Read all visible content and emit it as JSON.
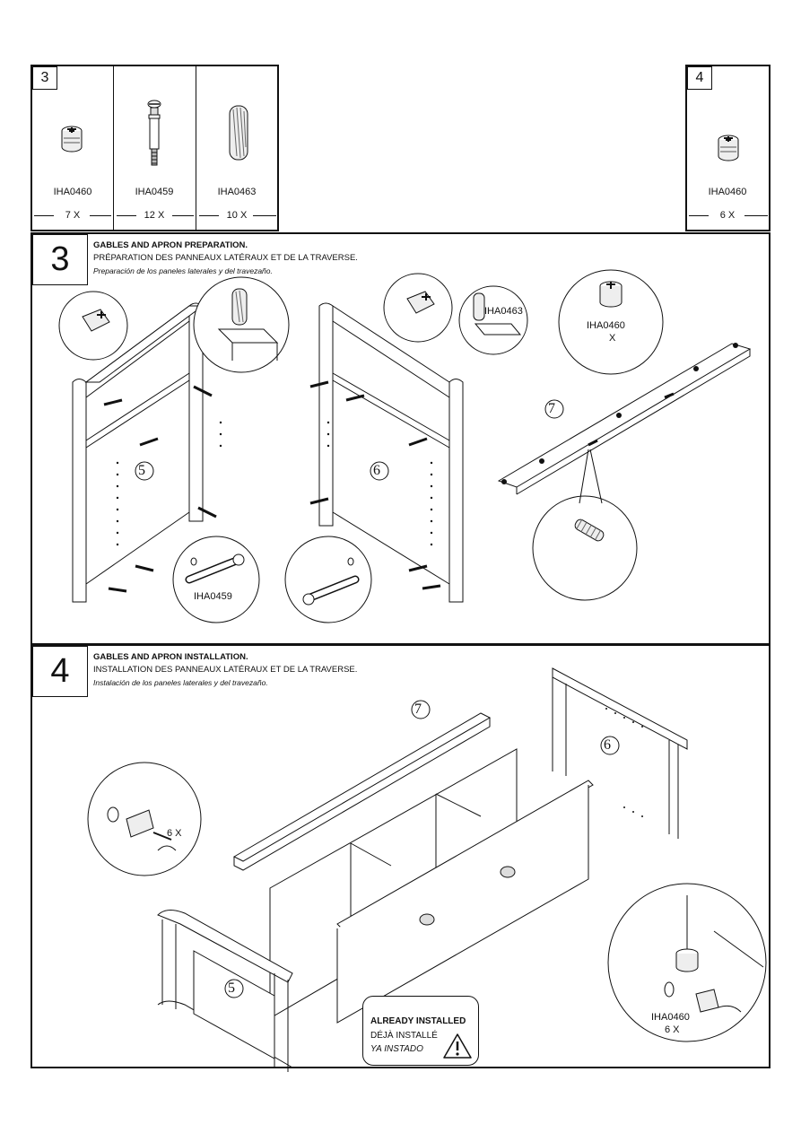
{
  "parts_boxes": [
    {
      "step": "3",
      "items": [
        {
          "code": "IHA0460",
          "qty": "7 X",
          "icon": "cam-lock-icon"
        },
        {
          "code": "IHA0459",
          "qty": "12 X",
          "icon": "cam-bolt-icon"
        },
        {
          "code": "IHA0463",
          "qty": "10 X",
          "icon": "wood-dowel-icon"
        }
      ]
    },
    {
      "step": "4",
      "items": [
        {
          "code": "IHA0460",
          "qty": "6 X",
          "icon": "cam-lock-icon"
        }
      ]
    }
  ],
  "step3": {
    "number": "3",
    "title_en": "GABLES AND APRON PREPARATION.",
    "title_fr": "PRÉPARATION DES PANNEAUX LATÉRAUX ET DE LA TRAVERSE.",
    "title_es": "Preparación de los paneles laterales y del travezaño.",
    "labels": {
      "panel_left": "5",
      "panel_right": "6",
      "apron": "7",
      "dowel_code": "IHA0463",
      "cam_code": "IHA0460",
      "cam_qty": "X",
      "bolt_code": "IHA0459"
    }
  },
  "step4": {
    "number": "4",
    "title_en": "GABLES AND APRON INSTALLATION.",
    "title_fr": "INSTALLATION DES PANNEAUX LATÉRAUX ET DE LA TRAVERSE.",
    "title_es": "Instalación de los paneles laterales y del travezaño.",
    "labels": {
      "apron": "7",
      "panel_right": "6",
      "panel_left": "5",
      "zoom_qty": "6 X",
      "cam_code": "IHA0460",
      "cam_qty": "6 X"
    },
    "notice": {
      "en": "ALREADY INSTALLED",
      "fr": "DÉJÀ INSTALLÉ",
      "es": "YA INSTADO",
      "icon": "warning-triangle-icon"
    }
  }
}
